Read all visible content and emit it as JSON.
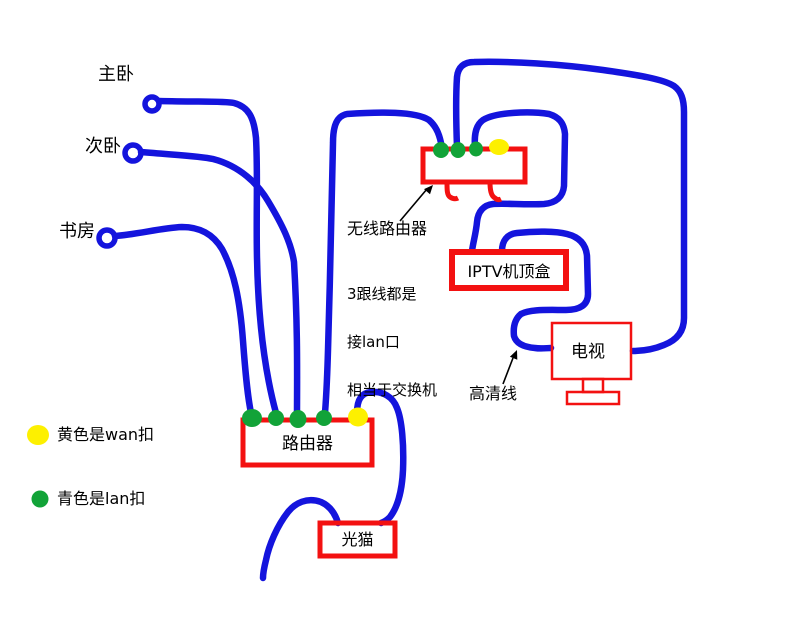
{
  "colors": {
    "background": "#ffffff",
    "cable": "#1414dd",
    "device": "#f31111",
    "lan_port": "#12a338",
    "wan_port": "#fdf000",
    "text": "#000000",
    "arrow": "#000000"
  },
  "rooms": {
    "master_bedroom": "主卧",
    "second_bedroom": "次卧",
    "study": "书房"
  },
  "devices": {
    "wireless_router": "无线路由器",
    "iptv_box": "IPTV机顶盒",
    "tv": "电视",
    "router": "路由器",
    "optical_modem": "光猫"
  },
  "annotations": {
    "switch_note": [
      "3跟线都是",
      "接lan口",
      "相当于交换机"
    ],
    "hd_cable": "高清线"
  },
  "legend": {
    "wan": "黄色是wan扣",
    "lan": "青色是lan扣"
  }
}
